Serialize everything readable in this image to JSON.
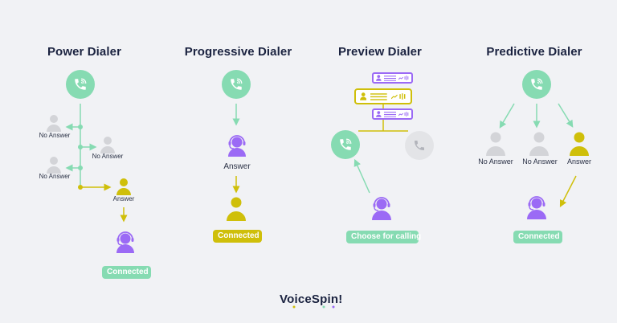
{
  "colors": {
    "background": "#f1f2f5",
    "green": "#86dbb2",
    "yellow": "#cfbf0a",
    "purple": "#9b6af5",
    "gray_person": "#d3d4d8",
    "gray_phone_bg": "#e3e4e7",
    "gray_phone_icon": "#b2b4bb",
    "title_text": "#1b2340"
  },
  "panels": [
    {
      "title": "Power Dialer",
      "labels": [
        "No Answer",
        "No Answer",
        "No Answer",
        "Answer"
      ],
      "badge": "Connected"
    },
    {
      "title": "Progressive Dialer",
      "labels": [
        "Answer"
      ],
      "badge": "Connected"
    },
    {
      "title": "Preview Dialer",
      "labels": [],
      "badge": "Choose for calling"
    },
    {
      "title": "Predictive Dialer",
      "labels": [
        "No Answer",
        "No Answer",
        "Answer"
      ],
      "badge": "Connected"
    }
  ],
  "icons": {
    "phone_active": "phone-ringing-icon",
    "phone_inactive": "phone-icon",
    "agent": "agent-headset-icon",
    "contact": "person-icon",
    "lead_card": "contact-card-icon"
  },
  "footer": {
    "logo": "VoiceSpin!"
  }
}
